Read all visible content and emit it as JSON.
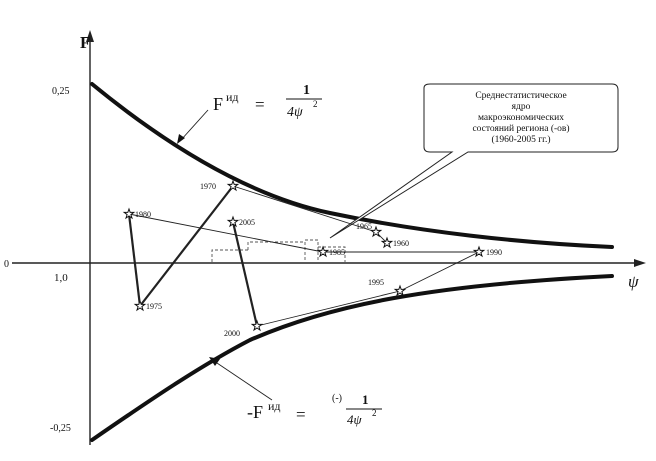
{
  "axes": {
    "y_label": "F",
    "x_label": "ψ",
    "y_top_tick": "0,25",
    "y_bottom_tick": "-0,25",
    "origin_tick": "1,0",
    "left_zero": "0"
  },
  "formulas": {
    "upper": {
      "prefix": "F",
      "sup": "ид",
      "eq": "=",
      "num": "1",
      "den": "4ψ",
      "den_exp": "2"
    },
    "lower": {
      "prefix": "-F",
      "sup": "ид",
      "eq": "=",
      "sign": "(-)",
      "num": "1",
      "den": "4ψ",
      "den_exp": "2"
    }
  },
  "callout": {
    "lines": [
      "Среднестатистическое",
      "ядро",
      "макроэкономических",
      "состояний региона (-ов)",
      "(1960-2005 гг.)"
    ]
  },
  "points": [
    {
      "year": "1980"
    },
    {
      "year": "1975"
    },
    {
      "year": "1970"
    },
    {
      "year": "2005"
    },
    {
      "year": "2000"
    },
    {
      "year": "1965"
    },
    {
      "year": "1960"
    },
    {
      "year": "1985"
    },
    {
      "year": "1990"
    },
    {
      "year": "1995"
    }
  ],
  "colors": {
    "ink": "#111111",
    "background": "#ffffff"
  }
}
